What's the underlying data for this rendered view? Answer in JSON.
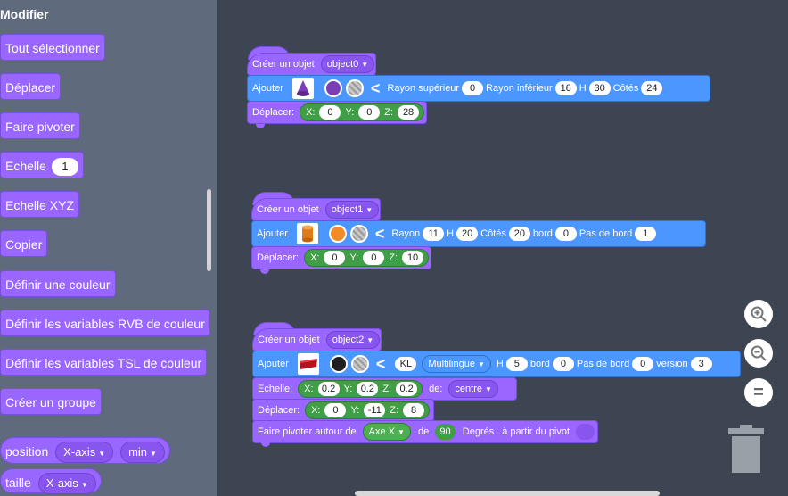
{
  "sidebar": {
    "title": "Modifier",
    "blocks": [
      {
        "label": "Tout sélectionner"
      },
      {
        "label": "Déplacer"
      },
      {
        "label": "Faire pivoter"
      },
      {
        "label": "Echelle",
        "value": "1"
      },
      {
        "label": "Echelle XYZ"
      },
      {
        "label": "Copier"
      },
      {
        "label": "Définir une couleur"
      },
      {
        "label": "Définir les variables RVB de couleur"
      },
      {
        "label": "Définir les variables TSL de couleur"
      },
      {
        "label": "Créer un groupe"
      }
    ],
    "reporters": [
      {
        "label": "position",
        "options": [
          "X-axis",
          "min"
        ]
      },
      {
        "label": "taille",
        "options": [
          "X-axis"
        ]
      }
    ]
  },
  "scripts": [
    {
      "create_label": "Créer un objet",
      "object": "object0",
      "add": {
        "label": "Ajouter",
        "shape": "cone-icon",
        "color": "#7b3db8",
        "fields": [
          {
            "label": "Rayon supérieur",
            "value": "0"
          },
          {
            "label": "Rayon inférieur",
            "value": "16"
          },
          {
            "label": "H",
            "value": "30"
          },
          {
            "label": "Côtés",
            "value": "24"
          }
        ]
      },
      "move": {
        "label": "Déplacer:",
        "x": "0",
        "y": "0",
        "z": "28"
      }
    },
    {
      "create_label": "Créer un objet",
      "object": "object1",
      "add": {
        "label": "Ajouter",
        "shape": "cylinder-icon",
        "color": "#f28c28",
        "fields": [
          {
            "label": "Rayon",
            "value": "11"
          },
          {
            "label": "H",
            "value": "20"
          },
          {
            "label": "Côtés",
            "value": "20"
          },
          {
            "label": "bord",
            "value": "0"
          },
          {
            "label": "Pas de bord",
            "value": "1"
          }
        ]
      },
      "move": {
        "label": "Déplacer:",
        "x": "0",
        "y": "0",
        "z": "10"
      }
    },
    {
      "create_label": "Créer un objet",
      "object": "object2",
      "add": {
        "label": "Ajouter",
        "shape": "text3d-icon",
        "color": "#1e1e1e",
        "text": "KL",
        "font": "Multilingue",
        "fields": [
          {
            "label": "H",
            "value": "5"
          },
          {
            "label": "bord",
            "value": "0"
          },
          {
            "label": "Pas de bord",
            "value": "0"
          },
          {
            "label": "version",
            "value": "3"
          }
        ]
      },
      "scale": {
        "label": "Echelle:",
        "x": "0.2",
        "y": "0.2",
        "z": "0.2",
        "de_label": "de:",
        "origin": "centre"
      },
      "move": {
        "label": "Déplacer:",
        "x": "0",
        "y": "-11",
        "z": "8"
      },
      "rotate": {
        "label": "Faire pivoter autour de",
        "axis": "Axe X",
        "de_label": "de",
        "degrees": "90",
        "deg_label": "Degrés",
        "pivot_label": "à partir du pivot"
      }
    }
  ],
  "zoom": {
    "in": "zoom-in-icon",
    "out": "zoom-out-icon",
    "reset": "="
  },
  "colors": {
    "sidebar": "#5f6a7d",
    "workspace": "#3d4452",
    "looks": "#9966ff",
    "motion": "#4c97ff",
    "operator": "#3f9e46"
  }
}
